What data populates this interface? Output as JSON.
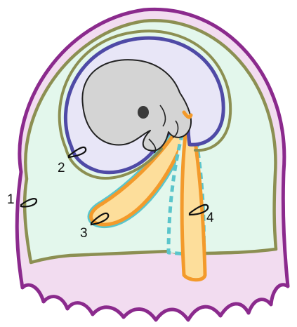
{
  "diagram": {
    "labels": {
      "l1": "1",
      "l2": "2",
      "l3": "3",
      "l4": "4"
    },
    "colors": {
      "outer_membrane": "#8b2a8d",
      "outer_fill": "#f2dcf0",
      "chorion_line": "#8c8f52",
      "chorionic_cavity": "#e3f7ec",
      "amnion_line": "#4f4aa6",
      "amniotic_cavity": "#e8e6f7",
      "embryo": "#d4d4d4",
      "yolk_stalk": "#f39a2b",
      "yolk_fill": "#fdde9b",
      "duct_stripe": "#5bc5cb"
    }
  }
}
